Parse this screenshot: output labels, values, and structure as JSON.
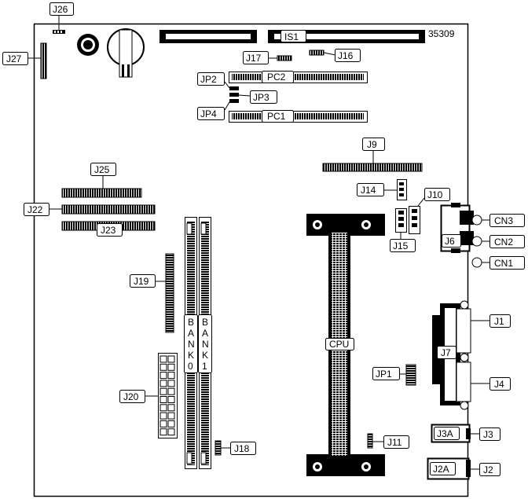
{
  "diagram": {
    "board_number": "35309",
    "labels": {
      "J26": "J26",
      "J27": "J27",
      "IS1": "IS1",
      "J17": "J17",
      "J16": "J16",
      "JP2": "JP2",
      "PC2": "PC2",
      "JP3": "JP3",
      "JP4": "JP4",
      "PC1": "PC1",
      "J9": "J9",
      "J25": "J25",
      "J22": "J22",
      "J23": "J23",
      "J14": "J14",
      "J10": "J10",
      "J15": "J15",
      "J6": "J6",
      "CN3": "CN3",
      "CN2": "CN2",
      "CN1": "CN1",
      "J19": "J19",
      "J1": "J1",
      "J7": "J7",
      "CPU": "CPU",
      "JP1": "JP1",
      "J4": "J4",
      "J20": "J20",
      "J3A": "J3A",
      "J3": "J3",
      "J11": "J11",
      "J18": "J18",
      "J2A": "J2A",
      "J2": "J2"
    },
    "bank0": [
      "B",
      "A",
      "N",
      "K",
      "0"
    ],
    "bank1": [
      "B",
      "A",
      "N",
      "K",
      "1"
    ]
  }
}
